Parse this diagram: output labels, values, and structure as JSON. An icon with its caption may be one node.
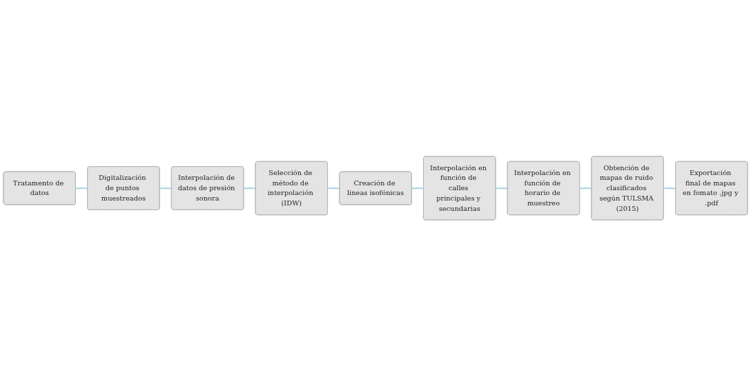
{
  "diagram": {
    "nodes": [
      {
        "text": [
          "Tratamento de datos"
        ]
      },
      {
        "text": [
          "Digitalización de puntos muestreados"
        ]
      },
      {
        "text": [
          "Interpolación de datos de presión sonora"
        ]
      },
      {
        "text": [
          "Selección de método de interpolación (IDW)"
        ]
      },
      {
        "text": [
          "Creación de lineas isofónicas"
        ]
      },
      {
        "text": [
          "Interpolación en función de calles principales y secundarias"
        ]
      },
      {
        "text": [
          "Interpolación en función de horario de muestreo"
        ]
      },
      {
        "text": [
          "Obtención de mapas de ruido clasificados según TULSMA (2015)"
        ]
      },
      {
        "text": [
          "Exportación final de mapas en fomato .jpg y .pdf"
        ]
      }
    ],
    "edges": [
      {
        "from": 0,
        "to": 1,
        "arrow": "none"
      },
      {
        "from": 1,
        "to": 2,
        "arrow": "none"
      },
      {
        "from": 2,
        "to": 3,
        "arrow": "none"
      },
      {
        "from": 3,
        "to": 4,
        "arrow": "none"
      },
      {
        "from": 4,
        "to": 5,
        "arrow": "none"
      },
      {
        "from": 5,
        "to": 6,
        "arrow": "none"
      },
      {
        "from": 6,
        "to": 7,
        "arrow": "none"
      },
      {
        "from": 7,
        "to": 8,
        "arrow": "none"
      }
    ]
  }
}
